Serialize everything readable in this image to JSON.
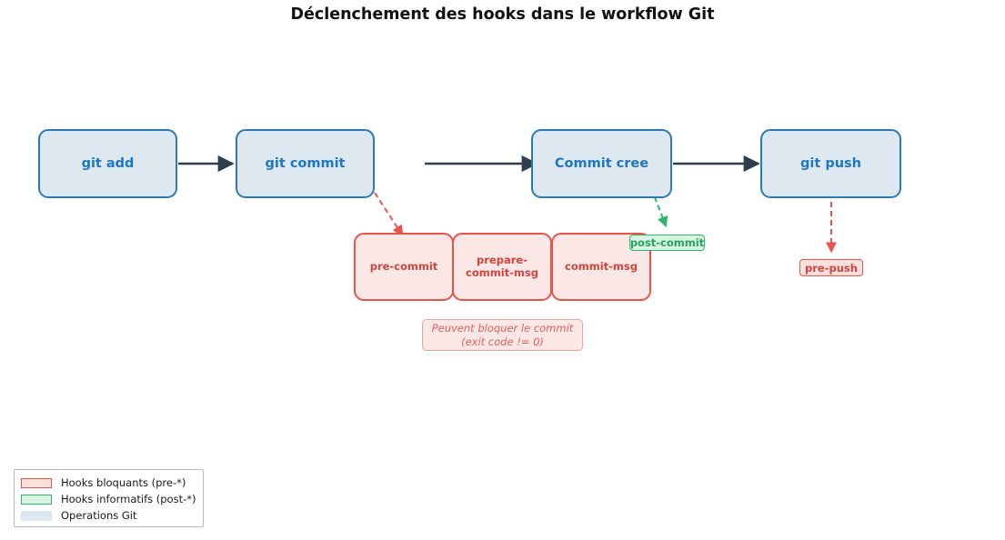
{
  "title": "Déclenchement des hooks dans le workflow Git",
  "colors": {
    "git_fill": "#dde8f0",
    "git_border": "#2b7ab5",
    "git_text": "#1f77c4",
    "hook_fill": "#fbe7e5",
    "hook_border": "#e8544a",
    "hook_text": "#d1443c",
    "post_fill": "#d9f5e2",
    "post_border": "#2eb86b",
    "post_text": "#24a35c",
    "flow_arrow": "#2f3e4e"
  },
  "git_flow": {
    "nodes": [
      {
        "id": "git-add",
        "label": "git add"
      },
      {
        "id": "git-commit",
        "label": "git commit"
      },
      {
        "id": "commit-cree",
        "label": "Commit cree"
      },
      {
        "id": "git-push",
        "label": "git push"
      }
    ]
  },
  "hooks": {
    "blocking": [
      {
        "id": "pre-commit",
        "label": "pre-commit"
      },
      {
        "id": "prepare-commit-msg",
        "label": "prepare-\ncommit-msg"
      },
      {
        "id": "commit-msg",
        "label": "commit-msg"
      }
    ],
    "post_commit_badge": "post-commit",
    "pre_push_badge": "pre-push"
  },
  "note": {
    "line1": "Peuvent bloquer le commit",
    "line2": "(exit code != 0)"
  },
  "legend": {
    "items": [
      {
        "swatch": "red",
        "label": "Hooks bloquants (pre-*)"
      },
      {
        "swatch": "green",
        "label": "Hooks informatifs (post-*)"
      },
      {
        "swatch": "blue",
        "label": "Operations Git"
      }
    ]
  }
}
